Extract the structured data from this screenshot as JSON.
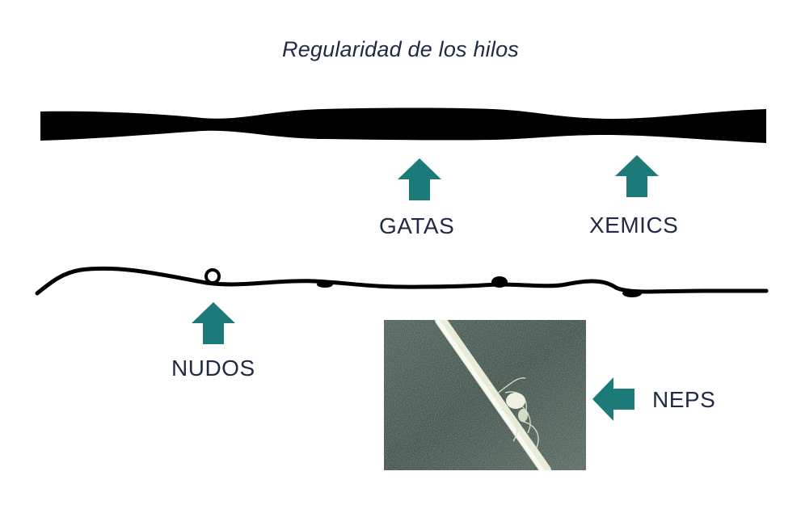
{
  "title": "Regularidad de los hilos",
  "labels": {
    "gatas": "GATAS",
    "xemics": "XEMICS",
    "nudos": "NUDOS",
    "neps": "NEPS"
  },
  "colors": {
    "arrow": "#1c7b78",
    "yarn": "#000000",
    "text": "#1f2a44"
  },
  "icons": {
    "arrow_up": "arrow-up-icon",
    "arrow_left": "arrow-left-icon"
  }
}
